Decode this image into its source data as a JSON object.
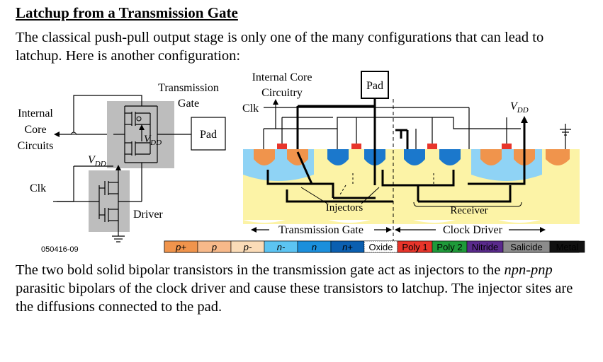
{
  "title": "Latchup from a Transmission Gate",
  "intro": "The classical push-pull output stage is only one of the many configurations that can lead to latchup.  Here is another configuration:",
  "circuit": {
    "transmission_gate_label": "Transmission Gate",
    "transmission_gate_lines": [
      "Transmission",
      "Gate"
    ],
    "internal_core_lines": [
      "Internal",
      "Core",
      "Circuits"
    ],
    "vdd_main": "V",
    "vdd_sub": "DD",
    "pad_label": "Pad",
    "clk_label": "Clk",
    "driver_label": "Driver",
    "figure_id": "050416-09"
  },
  "cross_section": {
    "internal_core_lines": [
      "Internal Core",
      "Circuitry"
    ],
    "pad_label": "Pad",
    "clk_label": "Clk",
    "vdd_main": "V",
    "vdd_sub": "DD",
    "injectors_label": "Injectors",
    "receiver_label": "Receiver",
    "transmission_gate_label": "Transmission Gate",
    "clock_driver_label": "Clock Driver"
  },
  "legend": [
    {
      "label": "p+",
      "color": "#f0944c"
    },
    {
      "label": "p",
      "color": "#f7b98a"
    },
    {
      "label": "p-",
      "color": "#fbdcb8"
    },
    {
      "label": "n-",
      "color": "#5cc4f2"
    },
    {
      "label": "n",
      "color": "#1b8fdc"
    },
    {
      "label": "n+",
      "color": "#0b5fb0"
    },
    {
      "label": "Oxide",
      "color": "#ffffff"
    },
    {
      "label": "Poly 1",
      "color": "#e8352b"
    },
    {
      "label": "Poly 2",
      "color": "#1f9a3a"
    },
    {
      "label": "Nitride",
      "color": "#5a2a8c"
    },
    {
      "label": "Salicide",
      "color": "#8c8c8c"
    },
    {
      "label": "Metal",
      "color": "#111111"
    }
  ],
  "conclusion": {
    "part1": "The two bold solid bipolar transistors in the transmission gate act as injectors to the ",
    "emph": "npn-pnp",
    "part2": " parasitic bipolars of the clock driver and cause these transistors to latchup.  The injector sites are the diffusions connected to the pad."
  },
  "colors": {
    "gray_box": "#bdbdbd",
    "substrate": "#fcf3a6",
    "nwell": "#8fd3f5",
    "pplus": "#f0944c",
    "nplus": "#1b78cc",
    "poly": "#e8352b"
  }
}
